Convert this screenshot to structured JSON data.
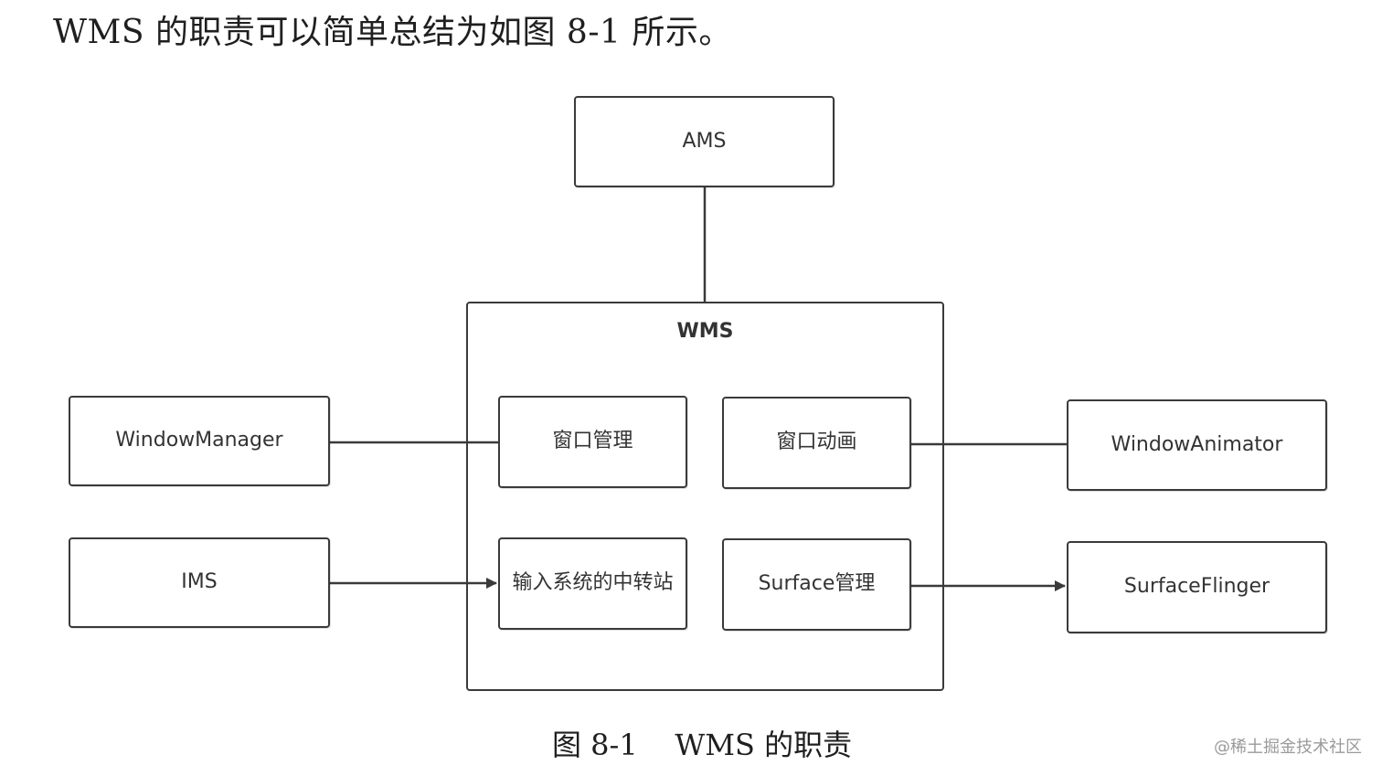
{
  "intro_text": "WMS 的职责可以简单总结为如图 8-1 所示。",
  "diagram": {
    "ams": "AMS",
    "wms_title": "WMS",
    "window_manager": "WindowManager",
    "ims": "IMS",
    "window_management": "窗口管理",
    "window_animation": "窗口动画",
    "input_relay": "输入系统的中转站",
    "surface_management": "Surface管理",
    "window_animator": "WindowAnimator",
    "surface_flinger": "SurfaceFlinger"
  },
  "caption": "图 8-1    WMS 的职责",
  "watermark": "@稀土掘金技术社区",
  "colors": {
    "stroke": "#3a3a3a",
    "text": "#333333"
  }
}
